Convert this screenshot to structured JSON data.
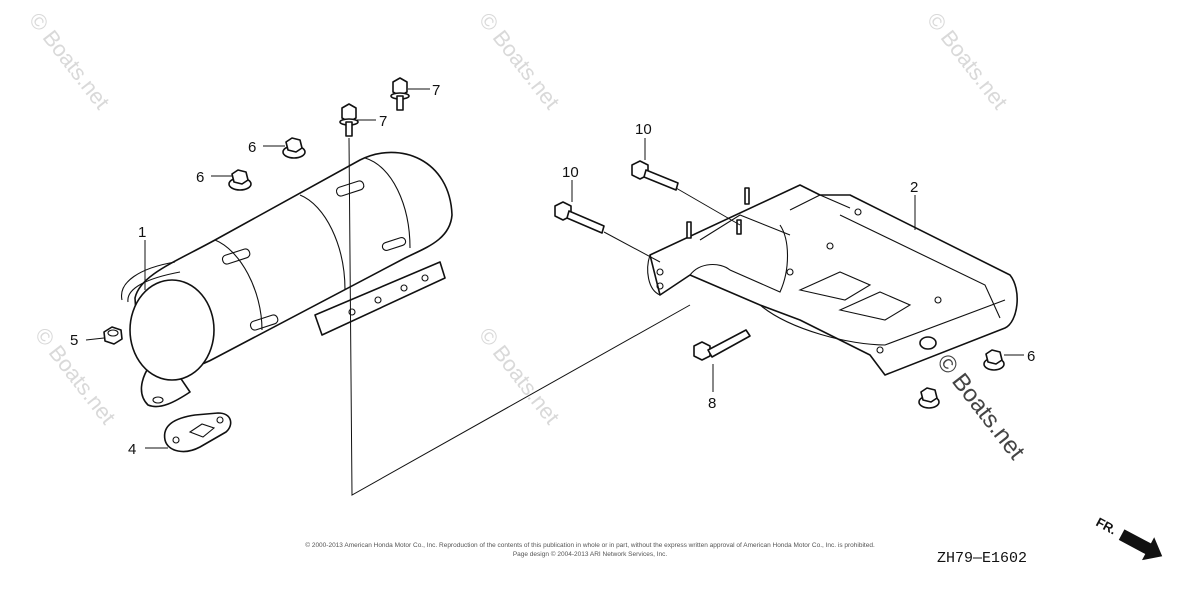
{
  "watermark": "© Boats.net",
  "watermark_large": "© Boats.net",
  "callouts": [
    {
      "id": "c1",
      "label": "1"
    },
    {
      "id": "c2",
      "label": "2"
    },
    {
      "id": "c4",
      "label": "4"
    },
    {
      "id": "c5",
      "label": "5"
    },
    {
      "id": "c6a",
      "label": "6"
    },
    {
      "id": "c6b",
      "label": "6"
    },
    {
      "id": "c6c",
      "label": "6"
    },
    {
      "id": "c7a",
      "label": "7"
    },
    {
      "id": "c7b",
      "label": "7"
    },
    {
      "id": "c8",
      "label": "8"
    },
    {
      "id": "c10a",
      "label": "10"
    },
    {
      "id": "c10b",
      "label": "10"
    }
  ],
  "copyright_line1": "© 2000-2013 American Honda Motor Co., Inc. Reproduction of the contents of this publication in whole or in part, without the express written approval of American Honda Motor Co., Inc. is prohibited.",
  "copyright_line2": "Page design © 2004-2013 ARI Network Services, Inc.",
  "diagram_code": "ZH79—E1602",
  "direction_label": "FR."
}
